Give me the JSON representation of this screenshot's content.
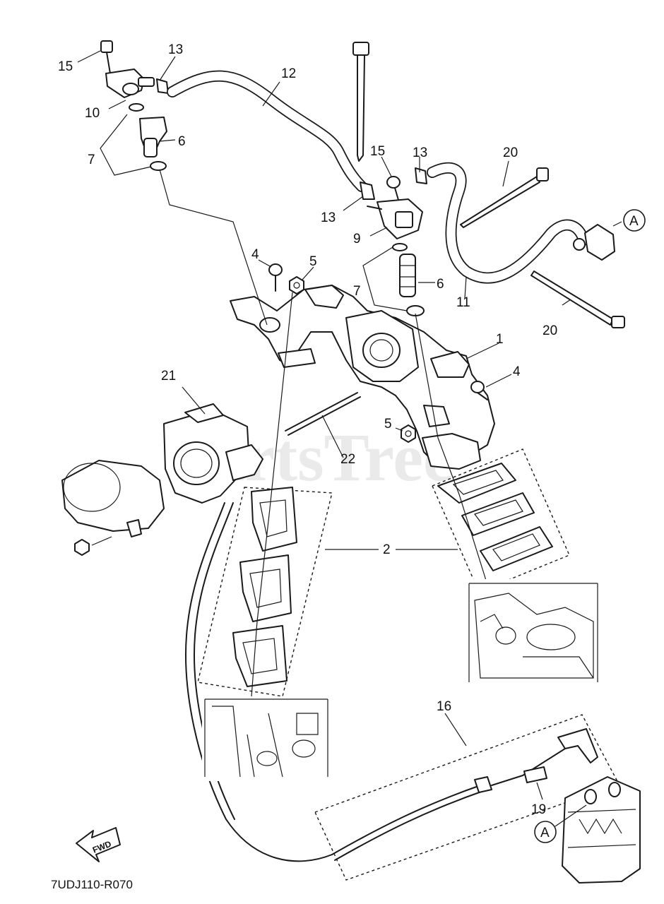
{
  "diagram": {
    "reference_code": "7UDJ110-R070",
    "watermark": "PartsTree",
    "fwd_label": "FWD",
    "connector_label": "A",
    "callouts": [
      {
        "id": "c1",
        "label": "1"
      },
      {
        "id": "c2",
        "label": "2"
      },
      {
        "id": "c4a",
        "label": "4"
      },
      {
        "id": "c4b",
        "label": "4"
      },
      {
        "id": "c5a",
        "label": "5"
      },
      {
        "id": "c5b",
        "label": "5"
      },
      {
        "id": "c6a",
        "label": "6"
      },
      {
        "id": "c6b",
        "label": "6"
      },
      {
        "id": "c7a",
        "label": "7"
      },
      {
        "id": "c7b",
        "label": "7"
      },
      {
        "id": "c9",
        "label": "9"
      },
      {
        "id": "c10",
        "label": "10"
      },
      {
        "id": "c11",
        "label": "11"
      },
      {
        "id": "c12",
        "label": "12"
      },
      {
        "id": "c13a",
        "label": "13"
      },
      {
        "id": "c13b",
        "label": "13"
      },
      {
        "id": "c13c",
        "label": "13"
      },
      {
        "id": "c15a",
        "label": "15"
      },
      {
        "id": "c15b",
        "label": "15"
      },
      {
        "id": "c16",
        "label": "16"
      },
      {
        "id": "c19",
        "label": "19"
      },
      {
        "id": "c20a",
        "label": "20"
      },
      {
        "id": "c20b",
        "label": "20"
      },
      {
        "id": "c21",
        "label": "21"
      },
      {
        "id": "c22",
        "label": "22"
      }
    ]
  }
}
